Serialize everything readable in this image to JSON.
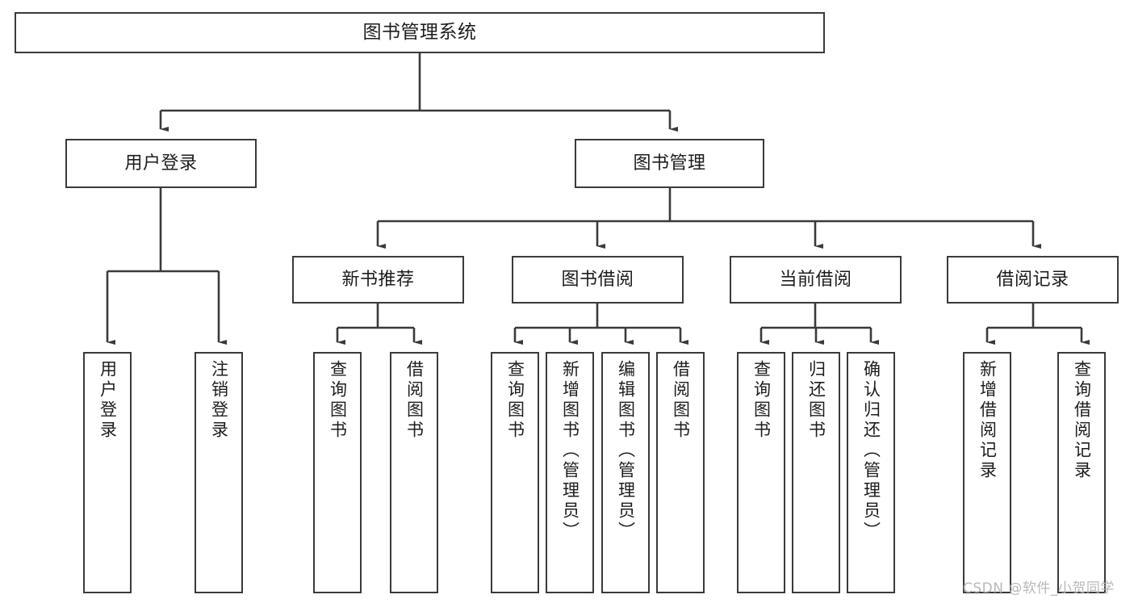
{
  "diagram": {
    "title": "图书管理系统",
    "root": {
      "label": "图书管理系统"
    },
    "level2": [
      {
        "label": "用户登录"
      },
      {
        "label": "图书管理"
      }
    ],
    "level3": [
      {
        "label": "新书推荐"
      },
      {
        "label": "图书借阅"
      },
      {
        "label": "当前借阅"
      },
      {
        "label": "借阅记录"
      }
    ],
    "leaves": {
      "user_login": [
        {
          "label": "用户登录"
        },
        {
          "label": "注销登录"
        }
      ],
      "new_book": [
        {
          "label": "查询图书"
        },
        {
          "label": "借阅图书"
        }
      ],
      "book_borrow": [
        {
          "label": "查询图书"
        },
        {
          "label": "新增图书（管理员）"
        },
        {
          "label": "编辑图书（管理员）"
        },
        {
          "label": "借阅图书"
        }
      ],
      "current_borrow": [
        {
          "label": "查询图书"
        },
        {
          "label": "归还图书"
        },
        {
          "label": "确认归还（管理员）"
        }
      ],
      "borrow_record": [
        {
          "label": "新增借阅记录"
        },
        {
          "label": "查询借阅记录"
        }
      ]
    }
  },
  "watermark": {
    "text": "CSDN @软件_小贺同学"
  },
  "colors": {
    "stroke": "#3a3a3a",
    "background": "#ffffff",
    "text": "#1d1d1d",
    "watermark": "#b8b8b8"
  }
}
